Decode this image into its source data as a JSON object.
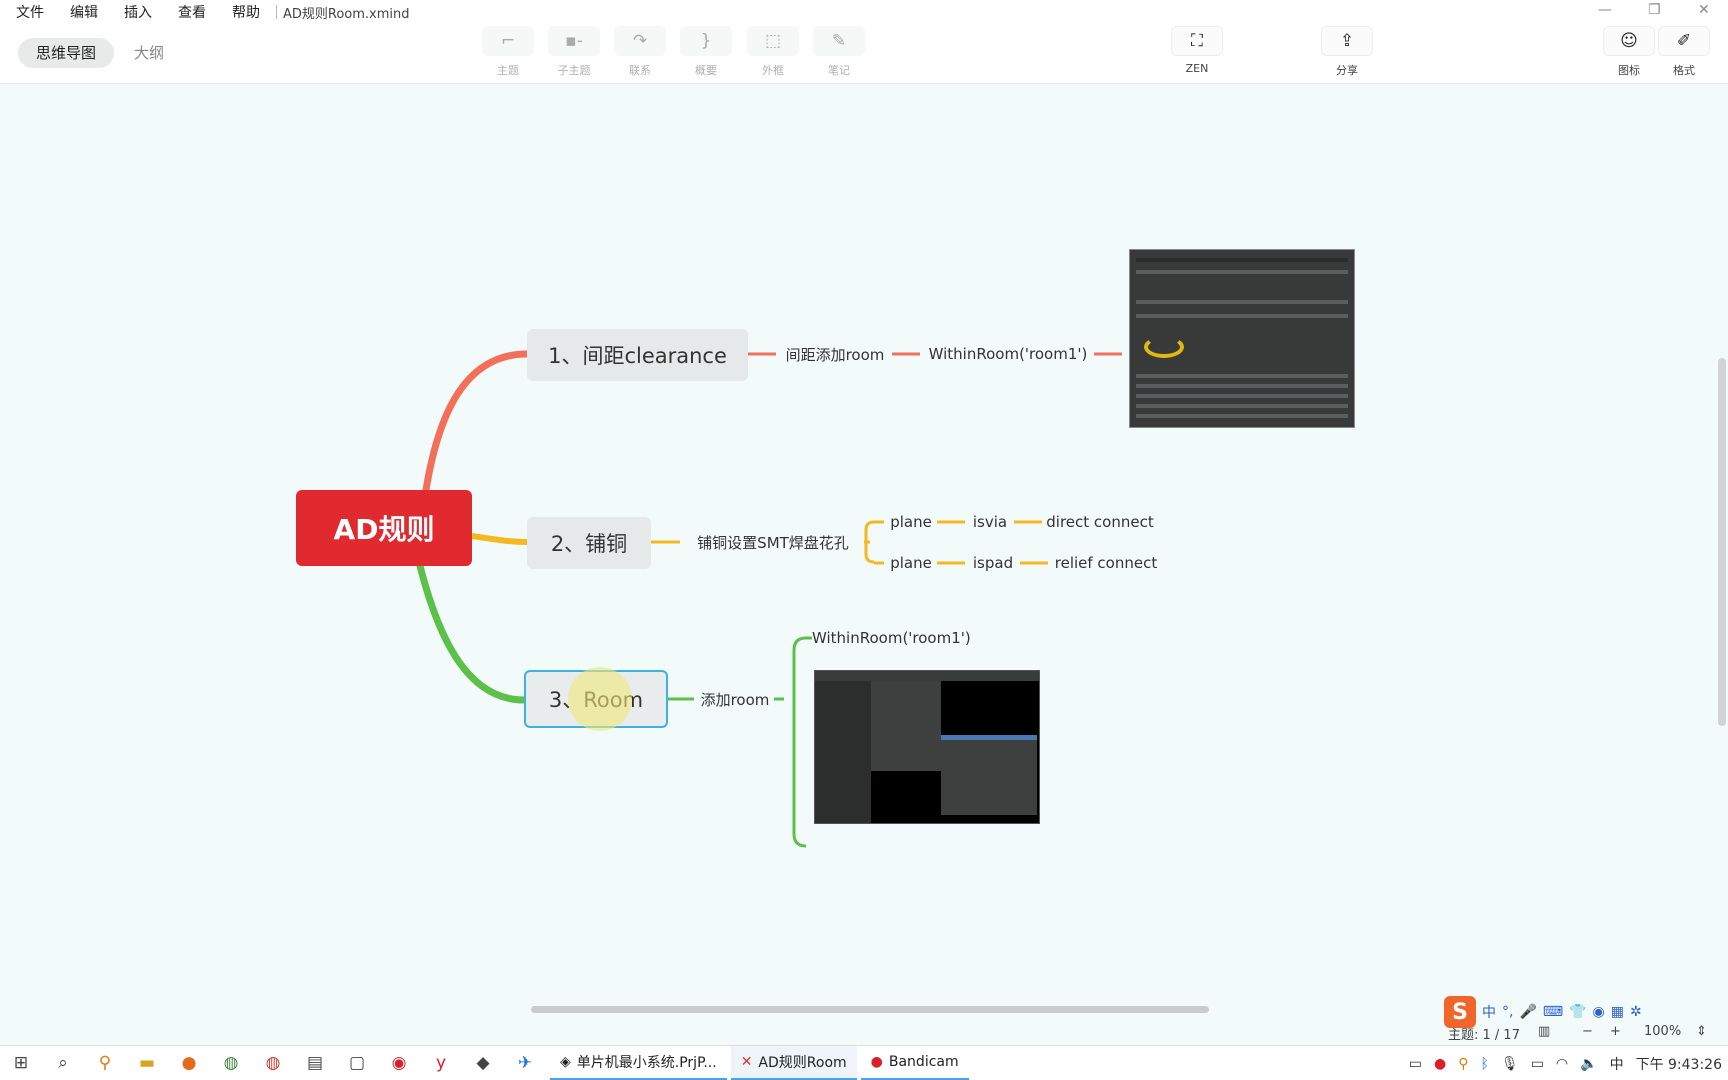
{
  "menu": {
    "items": [
      "文件",
      "编辑",
      "插入",
      "查看",
      "帮助"
    ],
    "document_title": "AD规则Room.xmind"
  },
  "toolbar": {
    "mode_tabs": [
      "思维导图",
      "大纲"
    ],
    "tools": [
      "主题",
      "子主题",
      "联系",
      "概要",
      "外框",
      "笔记"
    ],
    "zen": "ZEN",
    "share": "分享",
    "icons": "图标",
    "format": "格式"
  },
  "mindmap": {
    "root": "AD规则",
    "topic1": {
      "label": "1、间距clearance",
      "child": "间距添加room",
      "grandchild": "WithinRoom('room1')"
    },
    "topic2": {
      "label": "2、铺铜",
      "child": "铺铜设置SMT焊盘花孔",
      "branch_a": [
        "plane",
        "isvia",
        "direct connect"
      ],
      "branch_b": [
        "plane",
        "ispad",
        "relief connect"
      ]
    },
    "topic3": {
      "label": "3、Room",
      "child": "添加room",
      "grandchild": "WithinRoom('room1')"
    }
  },
  "statusbar": {
    "topic_count": "主题: 1 / 17",
    "zoom": "100%"
  },
  "ime": {
    "lang": "中"
  },
  "taskbar": {
    "tasks": [
      "单片机最小系统.PrjP...",
      "AD规则Room",
      "Bandicam"
    ],
    "clock": "下午 9:43:26"
  },
  "colors": {
    "root": "#e02a2f",
    "branch1": "#f2705a",
    "branch2": "#f5b820",
    "branch3": "#5cc04a",
    "selection": "#3fb1e5"
  }
}
